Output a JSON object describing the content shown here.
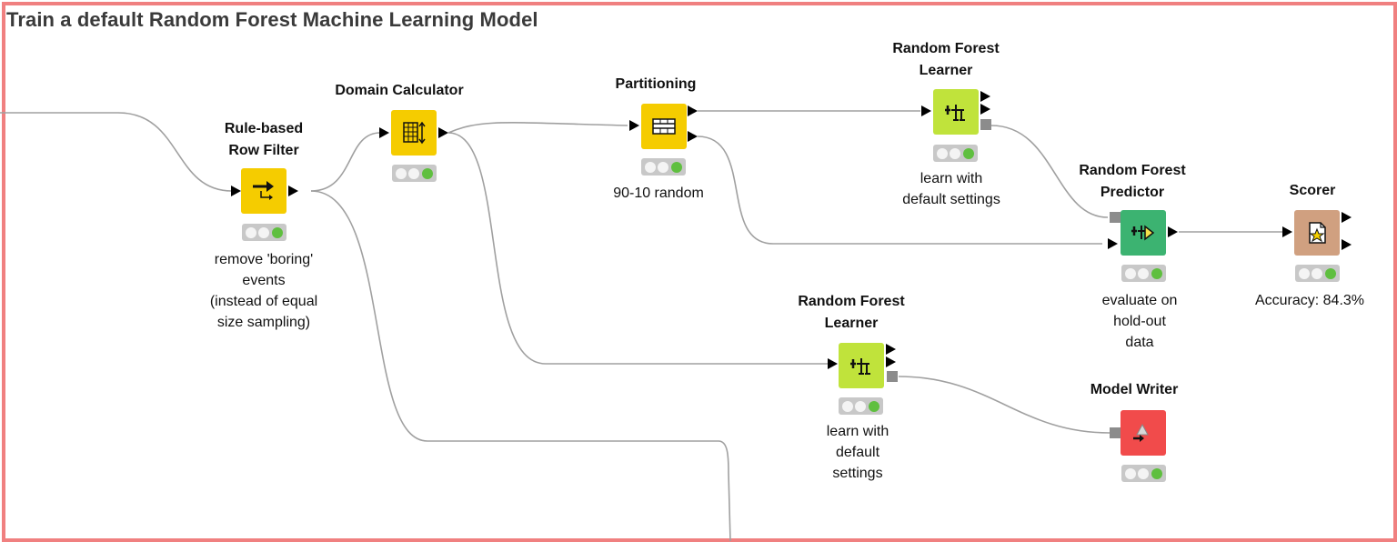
{
  "workflow": {
    "title": "Train a default Random Forest Machine Learning Model"
  },
  "colors": {
    "frame": "#f08080",
    "wire": "#a0a0a0",
    "manipulator_yellow": "#f5cc00",
    "learner_green": "#c0e33b",
    "predictor_green": "#3cb371",
    "scorer_tan": "#d0a080",
    "writer_red": "#f14b4b",
    "status_green": "#5fbf3f"
  },
  "nodes": {
    "row_filter": {
      "title_line1": "Rule-based",
      "title_line2": "Row Filter",
      "note": [
        "remove 'boring'",
        "events",
        "(instead of equal",
        "size sampling)"
      ],
      "icon": "row-filter-icon"
    },
    "domain_calculator": {
      "title": "Domain Calculator",
      "icon": "domain-calculator-icon"
    },
    "partitioning": {
      "title": "Partitioning",
      "note": "90-10 random",
      "icon": "partitioning-icon"
    },
    "rf_learner_top": {
      "title_line1": "Random Forest",
      "title_line2": "Learner",
      "note": [
        "learn with",
        "default settings"
      ],
      "icon": "tree-ensemble-icon"
    },
    "rf_predictor": {
      "title_line1": "Random Forest",
      "title_line2": "Predictor",
      "note": [
        "evaluate on",
        "hold-out",
        "data"
      ],
      "icon": "predictor-icon"
    },
    "scorer": {
      "title": "Scorer",
      "note": "Accuracy: 84.3%",
      "icon": "scorer-icon"
    },
    "rf_learner_bottom": {
      "title_line1": "Random Forest",
      "title_line2": "Learner",
      "note": [
        "learn with",
        "default",
        "settings"
      ],
      "icon": "tree-ensemble-icon"
    },
    "model_writer": {
      "title": "Model Writer",
      "icon": "model-writer-icon"
    }
  }
}
